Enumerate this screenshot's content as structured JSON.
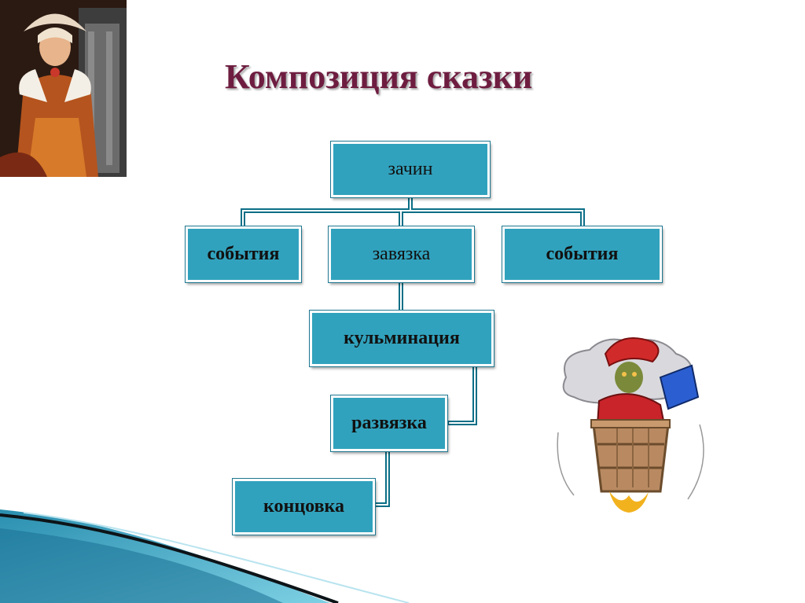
{
  "slide": {
    "title": "Композиция сказки",
    "nodes": {
      "zachin": "зачин",
      "sobytiya_left": "события",
      "zavyazka": "завязка",
      "sobytiya_right": "события",
      "kulminatsiya": "кульминация",
      "razvyazka": "развязка",
      "kontsovka": "концовка"
    }
  },
  "colors": {
    "node_fill": "#31a2bd",
    "title": "#6e1d40",
    "accent_dark": "#0b6f86"
  }
}
